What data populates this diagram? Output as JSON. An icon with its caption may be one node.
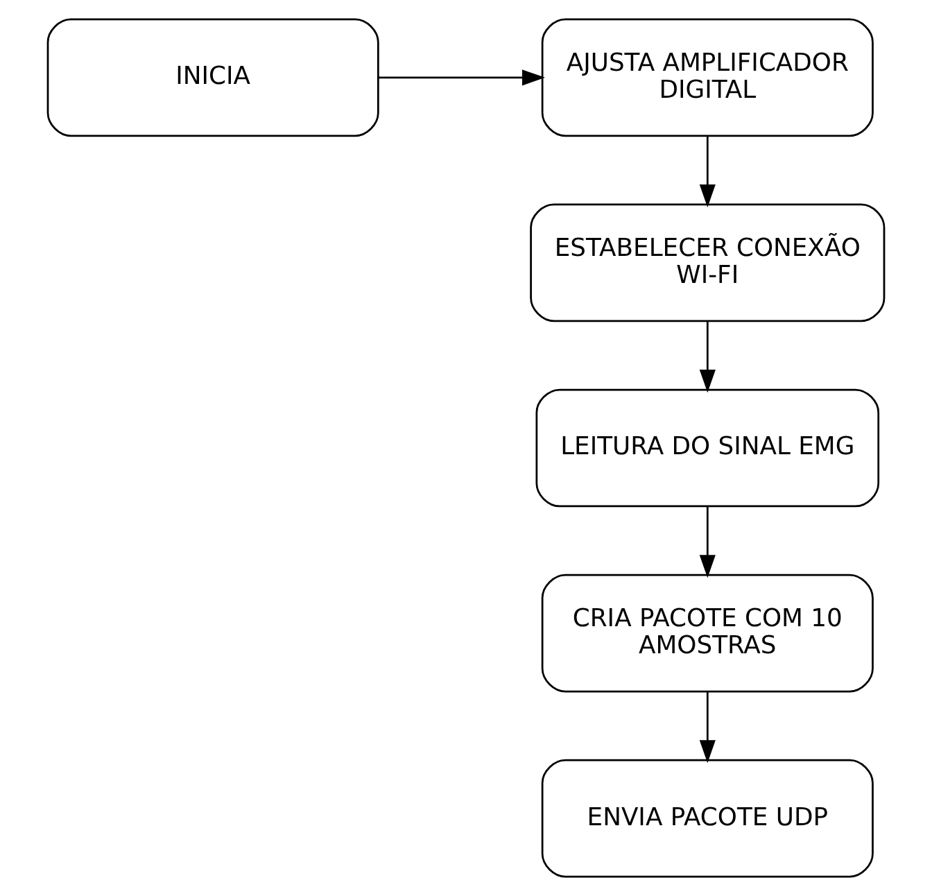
{
  "diagram": {
    "nodes": [
      {
        "text": [
          "INICIA"
        ]
      },
      {
        "text": [
          "AJUSTA AMPLIFICADOR DIGITAL"
        ]
      },
      {
        "text": [
          "ESTABELECER CONEXÃO WI-FI"
        ]
      },
      {
        "text": [
          "LEITURA DO SINAL EMG"
        ]
      },
      {
        "text": [
          "CRIA PACOTE COM 10 AMOSTRAS"
        ]
      },
      {
        "text": [
          "ENVIA PACOTE UDP"
        ]
      }
    ],
    "edges": [
      {
        "from": 0,
        "to": 1,
        "arrow": "to"
      },
      {
        "from": 1,
        "to": 2,
        "arrow": "to"
      },
      {
        "from": 2,
        "to": 3,
        "arrow": "to"
      },
      {
        "from": 3,
        "to": 4,
        "arrow": "to"
      },
      {
        "from": 4,
        "to": 5,
        "arrow": "to"
      }
    ]
  }
}
